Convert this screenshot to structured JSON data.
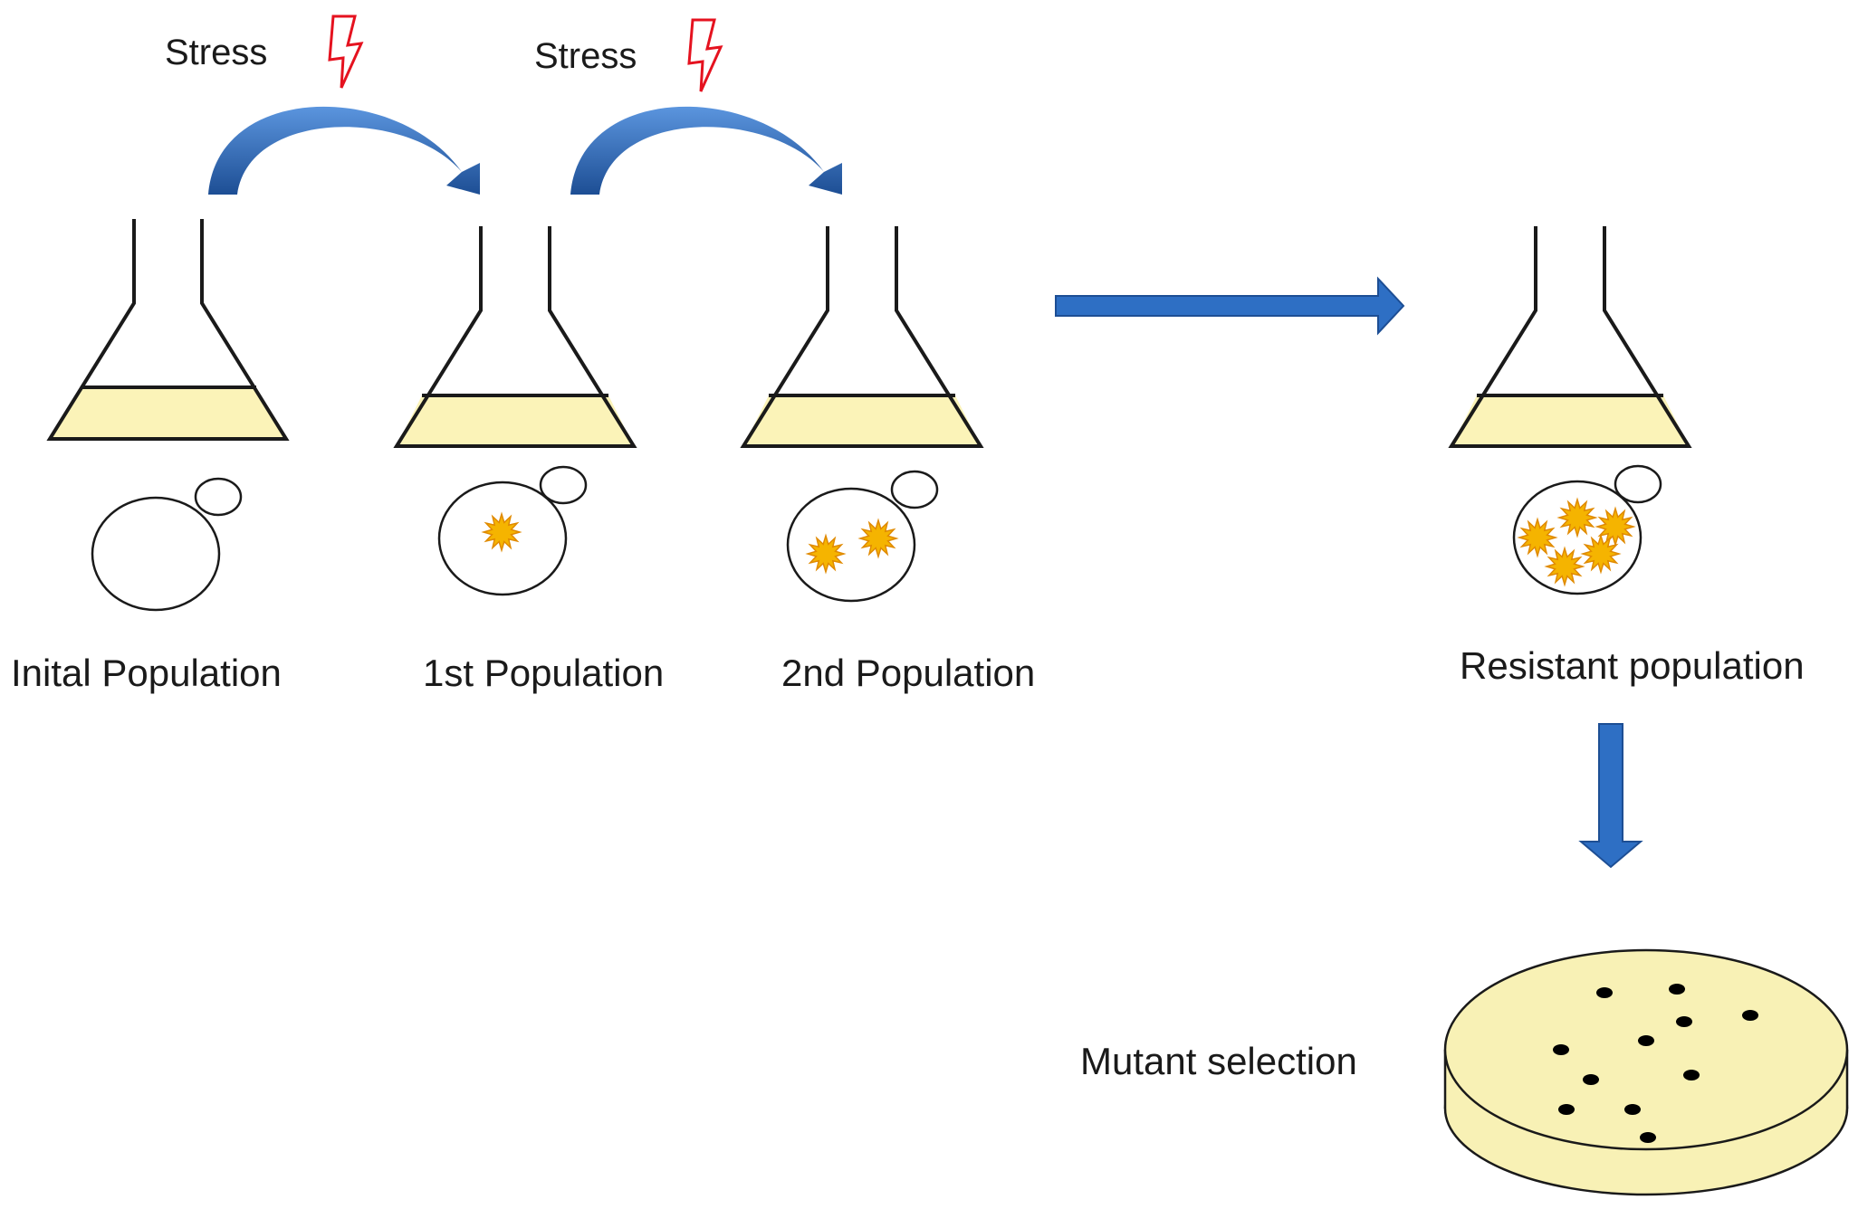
{
  "stress_labels": [
    "Stress",
    "Stress"
  ],
  "populations": [
    {
      "label": "Inital Population",
      "mutant_cells": 0
    },
    {
      "label": "1st Population",
      "mutant_cells": 1
    },
    {
      "label": "2nd Population",
      "mutant_cells": 2
    },
    {
      "label": "Resistant population",
      "mutant_cells": 5
    }
  ],
  "mutant_selection_label": "Mutant selection",
  "plate_colonies": 11,
  "colors": {
    "arrow": "#2e6fc4",
    "arrow_dark": "#1d4e94",
    "broth": "#fbf3b8",
    "plate": "#f8f1b5",
    "cell_burst": "#f5b400",
    "cell_burst_edge": "#e08a00",
    "lightning": "#e5121f",
    "outline": "#1a1a1a"
  }
}
